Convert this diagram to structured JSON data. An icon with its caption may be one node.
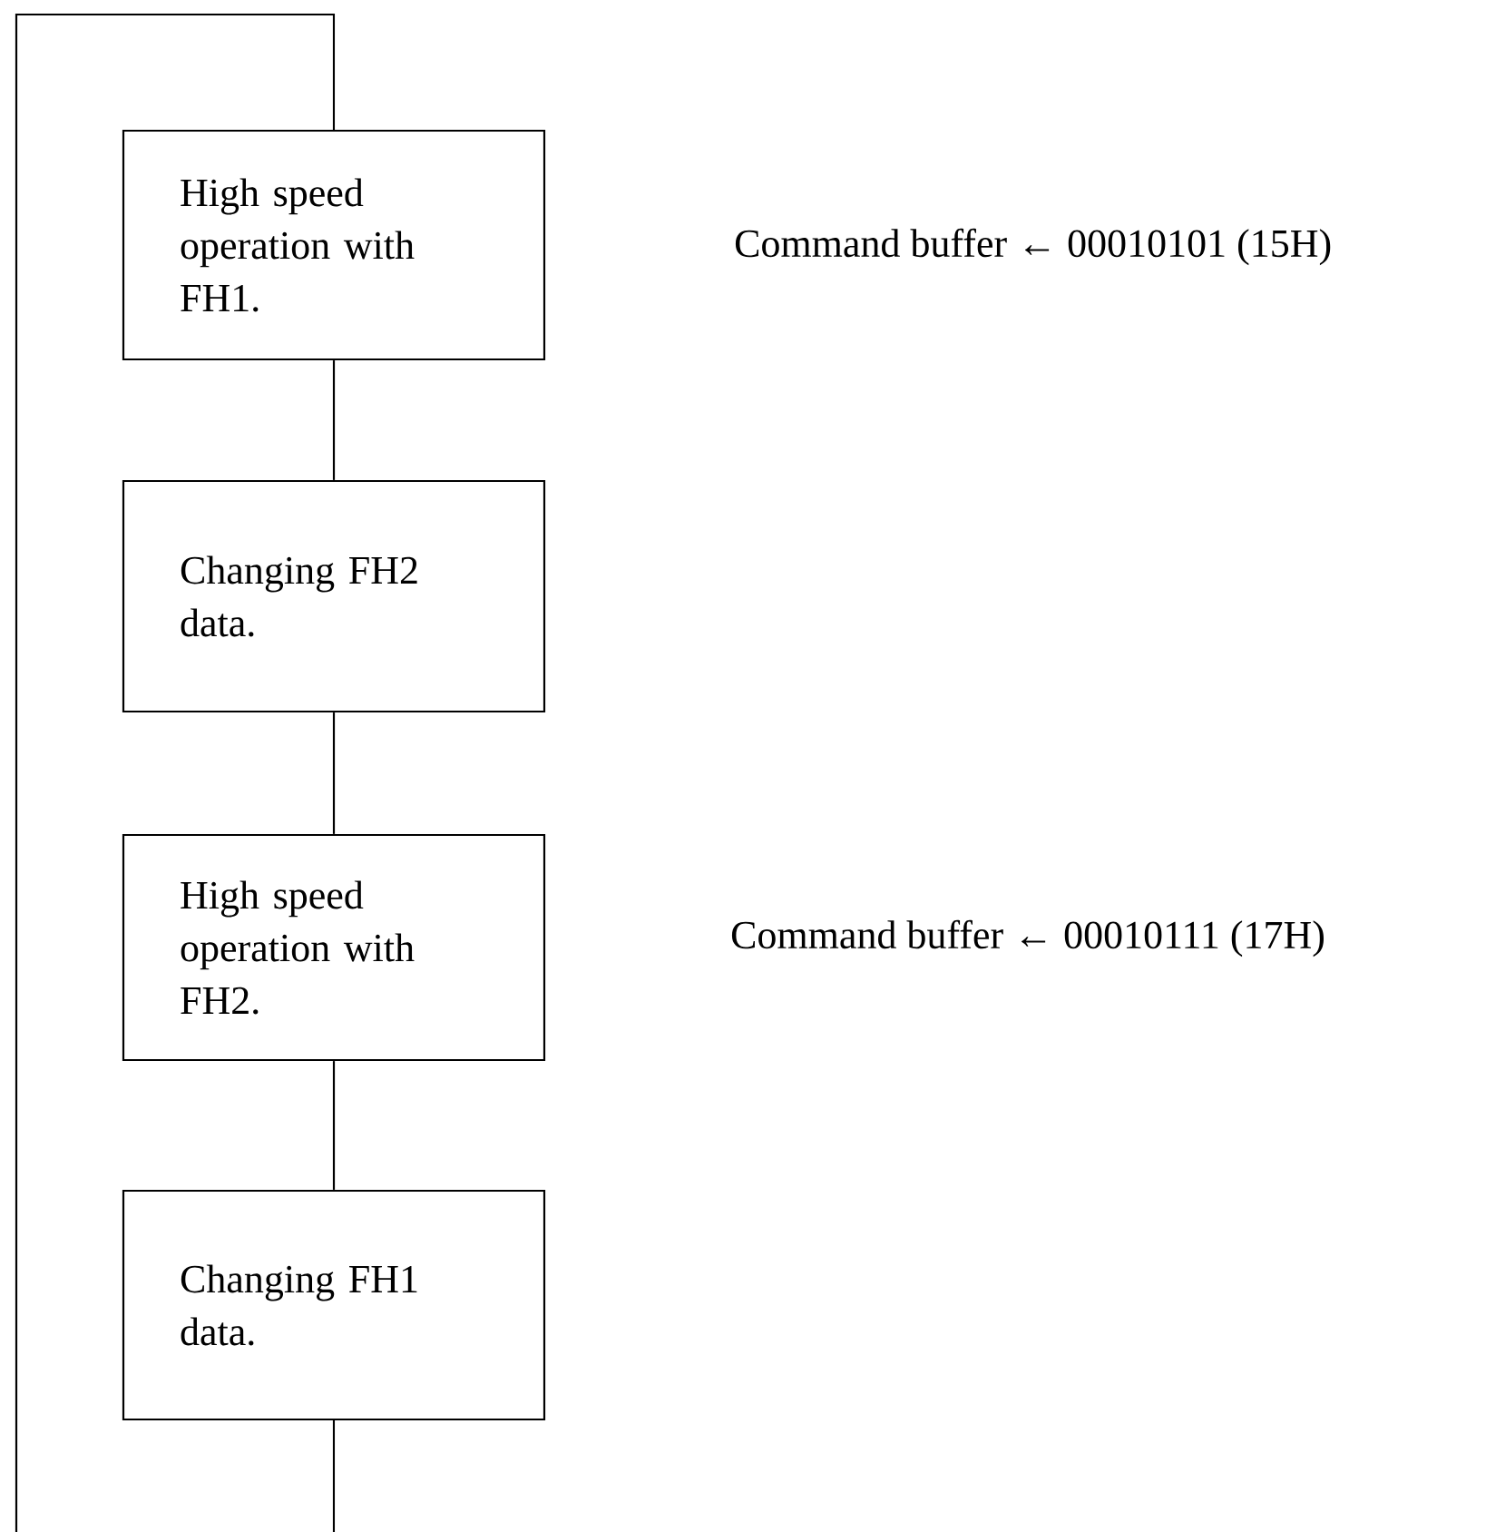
{
  "diagram": {
    "nodes": [
      {
        "text": [
          "High speed operation with FH1."
        ]
      },
      {
        "text": [
          "Changing FH2 data."
        ]
      },
      {
        "text": [
          "High speed operation with FH2."
        ]
      },
      {
        "text": [
          "Changing FH1 data."
        ]
      }
    ],
    "edges": [
      {
        "from": 0,
        "to": 1,
        "arrow": "none"
      },
      {
        "from": 1,
        "to": 2,
        "arrow": "none"
      },
      {
        "from": 2,
        "to": 3,
        "arrow": "none"
      },
      {
        "from": 3,
        "to": 0,
        "arrow": "none"
      }
    ],
    "labels": [
      "Command buffer ← 00010101 (15H)",
      "Command buffer ← 00010111 (17H)"
    ]
  }
}
